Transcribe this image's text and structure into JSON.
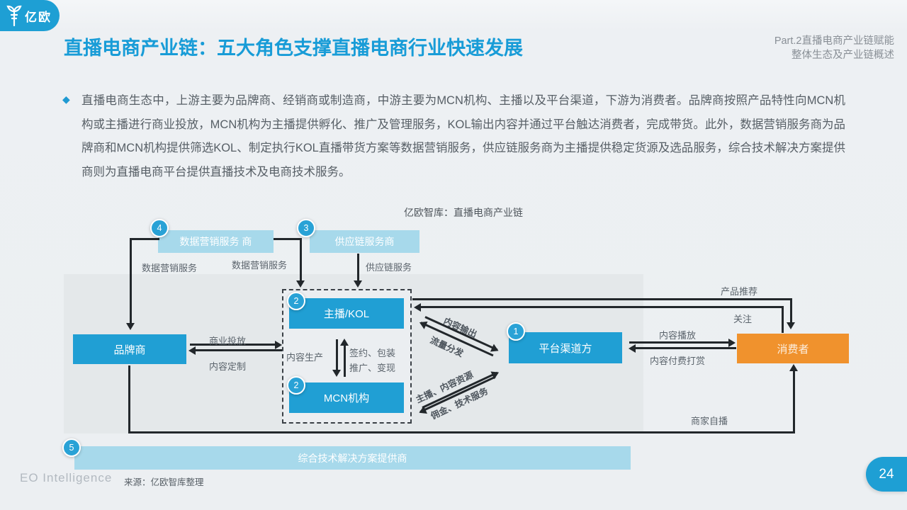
{
  "header": {
    "logo_text": "亿欧",
    "title": "直播电商产业链：五大角色支撑直播电商行业快速发展",
    "part_line1": "Part.2直播电商产业链赋能",
    "part_line2": "整体生态及产业链概述"
  },
  "intro": {
    "bullet": "◆",
    "text": "直播电商生态中，上游主要为品牌商、经销商或制造商，中游主要为MCN机构、主播以及平台渠道，下游为消费者。品牌商按照产品特性向MCN机构或主播进行商业投放，MCN机构为主播提供孵化、推广及管理服务，KOL输出内容并通过平台触达消费者，完成带货。此外，数据营销服务商为品牌商和MCN机构提供筛选KOL、制定执行KOL直播带货方案等数据营销服务，供应链服务商为主播提供稳定货源及选品服务，综合技术解决方案提供商则为直播电商平台提供直播技术及电商技术服务。"
  },
  "diagram": {
    "title": "亿欧智库：直播电商产业链",
    "nodes": {
      "data_marketing": "数据营销服务 商",
      "supply_chain": "供应链服务商",
      "brand": "品牌商",
      "kol": "主播/KOL",
      "mcn": "MCN机构",
      "platform": "平台渠道方",
      "consumer": "消费者",
      "tech": "综合技术解决方案提供商"
    },
    "badges": {
      "platform": "1",
      "kol": "2",
      "mcn": "2",
      "supply_chain": "3",
      "data_marketing": "4",
      "tech": "5"
    },
    "edges": {
      "data_marketing_service_left": "数据营销服务",
      "data_marketing_service_right": "数据营销服务",
      "supply_service": "供应链服务",
      "biz_placement": "商业投放",
      "content_custom": "内容定制",
      "content_produce": "内容生产",
      "sign_package": "签约、包装",
      "promo_monetize": "推广、变现",
      "content_output": "内容输出",
      "traffic_dist": "流量分发",
      "anchor_resource": "主播、内容资源",
      "commission_tech": "佣金、技术服务",
      "content_play": "内容播放",
      "content_tip": "内容付费打赏",
      "product_rec": "产品推荐",
      "follow": "关注",
      "merchant_live": "商家自播"
    }
  },
  "footer": {
    "brand": "EO Intelligence",
    "source": "来源：亿欧智库整理",
    "page_number": "24"
  },
  "colors": {
    "accent_blue": "#1e9fd4",
    "light_blue": "#a7d9eb",
    "orange": "#f0922d",
    "title_blue": "#189cd7",
    "arrow_black": "#22272b"
  }
}
